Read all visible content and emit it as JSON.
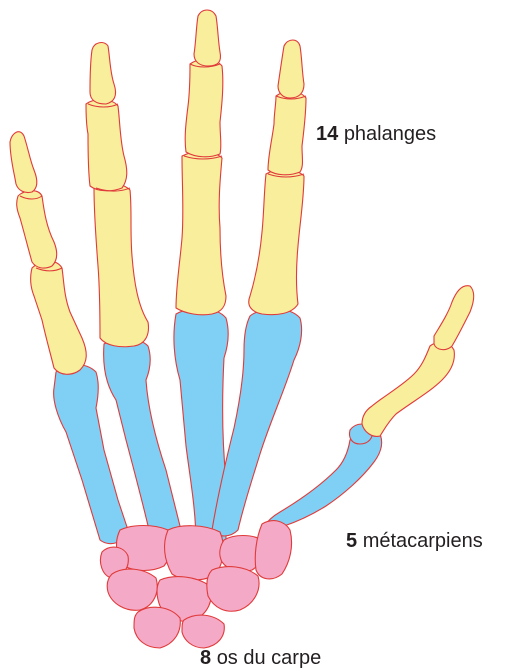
{
  "labels": {
    "phalanges": {
      "count": "14",
      "text": "phalanges"
    },
    "metacarpals": {
      "count": "5",
      "text": "métacarpiens"
    },
    "carpals": {
      "count": "8",
      "text": "os du carpe"
    }
  },
  "colors": {
    "phalanges": "#f8ee9c",
    "metacarpals": "#7fd0f4",
    "carpals": "#f4a9c6",
    "outline": "#e03a3a"
  }
}
